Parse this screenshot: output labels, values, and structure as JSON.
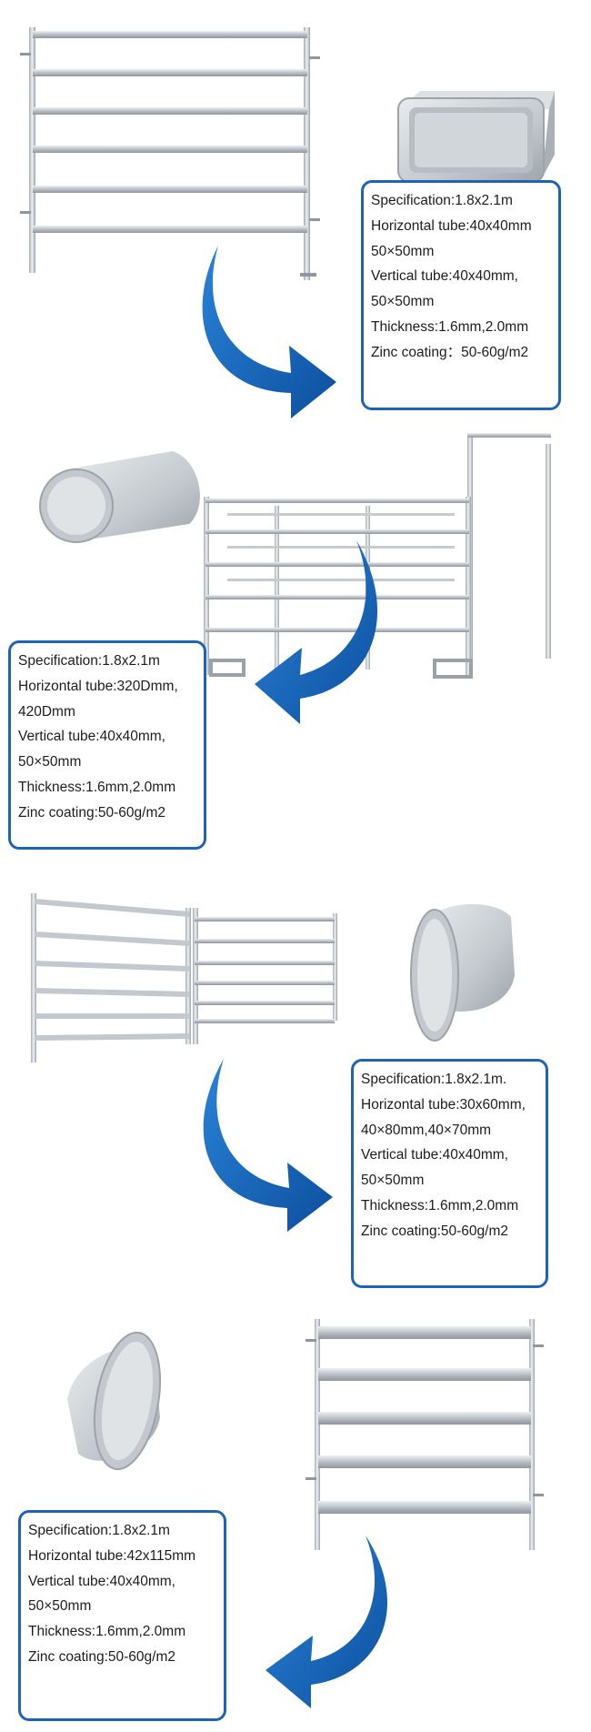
{
  "products": [
    {
      "section": "straight-rail-panel",
      "tube_profile": "square",
      "specs": [
        "Specification:1.8x2.1m",
        "Horizontal tube:40x40mm",
        "50×50mm",
        "Vertical tube:40x40mm,",
        "50×50mm",
        "Thickness:1.6mm,2.0mm",
        "Zinc coating：50-60g/m2"
      ]
    },
    {
      "section": "round-yard-pen",
      "tube_profile": "round",
      "specs": [
        "Specification:1.8x2.1m",
        "Horizontal tube:320Dmm,",
        "420Dmm",
        "Vertical tube:40x40mm,",
        "50×50mm",
        "Thickness:1.6mm,2.0mm",
        "Zinc coating:50-60g/m2"
      ]
    },
    {
      "section": "joined-panels",
      "tube_profile": "oval",
      "specs": [
        "Specification:1.8x2.1m.",
        "Horizontal tube:30x60mm,",
        "40×80mm,40×70mm",
        "Vertical tube:40x40mm,",
        "50×50mm",
        "Thickness:1.6mm,2.0mm",
        "Zinc coating:50-60g/m2"
      ]
    },
    {
      "section": "wide-rail-panel",
      "tube_profile": "oval-flat",
      "specs": [
        "Specification:1.8x2.1m",
        "Horizontal tube:42x115mm",
        "Vertical tube:40x40mm,",
        "50×50mm",
        "Thickness:1.6mm,2.0mm",
        "Zinc coating:50-60g/m2"
      ]
    }
  ],
  "colors": {
    "accent_blue": "#1d63b8",
    "arrow_blue": "#1f6cc4",
    "galvanized": "#c9ced3",
    "text": "#1d1d1d"
  },
  "icons": [
    "curved-arrow-icon",
    "square-tube-icon",
    "round-tube-icon",
    "oval-tube-icon"
  ]
}
